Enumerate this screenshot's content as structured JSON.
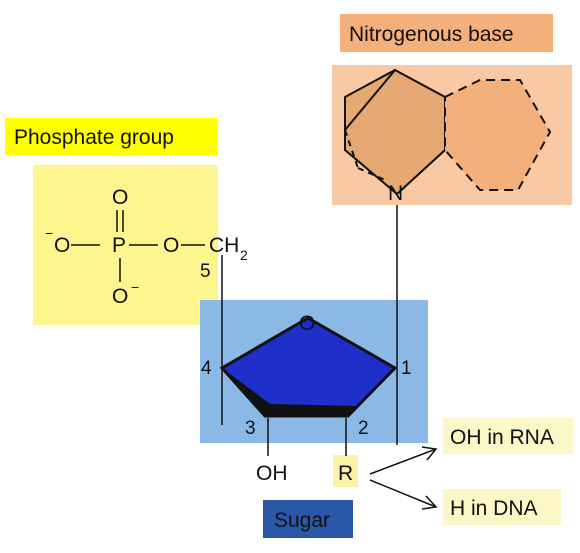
{
  "labels": {
    "phosphate_group": "Phosphate group",
    "nitrogenous_base": "Nitrogenous base",
    "sugar": "Sugar",
    "oh_in_rna": "OH in RNA",
    "h_in_dna": "H in DNA"
  },
  "phosphate": {
    "o_minus_left": "O",
    "charge_left": "−",
    "p": "P",
    "o_top": "O",
    "o_bottom": "O",
    "charge_bottom": "−",
    "o_bridge": "O",
    "ch": "CH",
    "ch_subscript": "2"
  },
  "base": {
    "n": "N"
  },
  "sugar_ring": {
    "ring_o": "O",
    "carbon_1": "1",
    "carbon_2": "2",
    "carbon_3": "3",
    "carbon_4": "4",
    "carbon_5": "5",
    "oh": "OH",
    "r": "R"
  },
  "colors": {
    "phosphate_bg": "#fdf58d",
    "phosphate_label_bg": "#ffff00",
    "base_label_bg": "#f4b07a",
    "base_box_bg": "#f8c9a2",
    "base_ring_fill": "#e6a872",
    "sugar_box_bg": "#8ab9e6",
    "sugar_ring_fill": "#1f2fc9",
    "sugar_label_bg": "#2b57a8",
    "rna_dna_label_bg": "#fdf6c6",
    "r_label_bg": "#fdf0a8"
  }
}
